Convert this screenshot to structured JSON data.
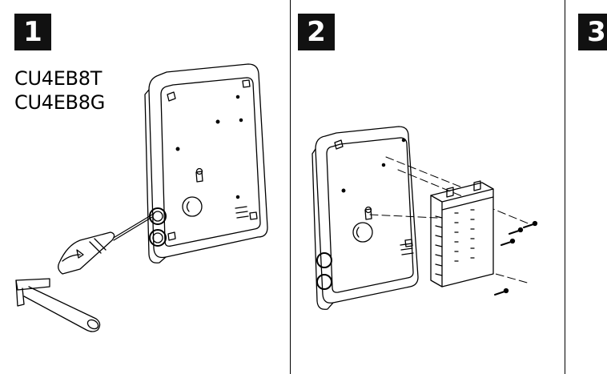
{
  "panels": [
    {
      "step": "1",
      "models": [
        "CU4EB8T",
        "CU4EB8G"
      ]
    },
    {
      "step": "2"
    },
    {
      "step": "3"
    }
  ],
  "colors": {
    "line": "#000000",
    "badge": "#111111",
    "badge_text": "#ffffff",
    "background": "#ffffff"
  }
}
